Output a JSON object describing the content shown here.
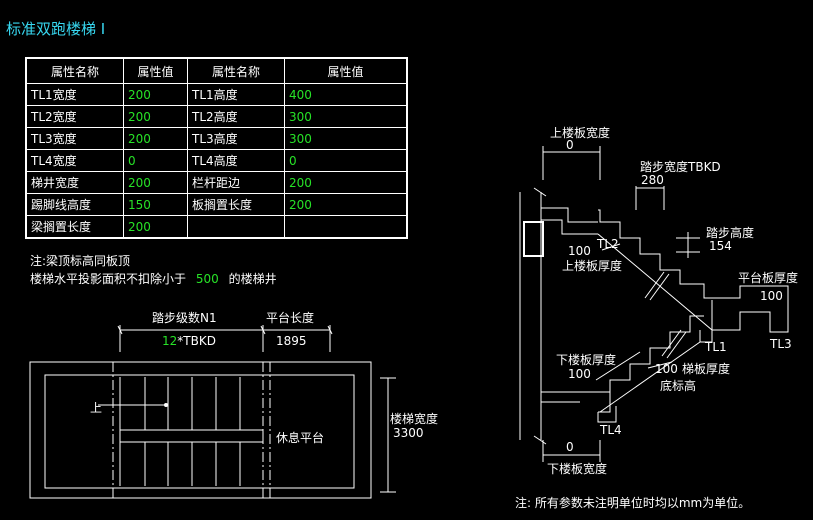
{
  "title": "标准双跑楼梯 I",
  "table": {
    "headers": [
      "属性名称",
      "属性值",
      "属性名称",
      "属性值"
    ],
    "rows": [
      {
        "n1": "TL1宽度",
        "v1": "200",
        "n2": "TL1高度",
        "v2": "400"
      },
      {
        "n1": "TL2宽度",
        "v1": "200",
        "n2": "TL2高度",
        "v2": "300"
      },
      {
        "n1": "TL3宽度",
        "v1": "200",
        "n2": "TL3高度",
        "v2": "300"
      },
      {
        "n1": "TL4宽度",
        "v1": "0",
        "n2": "TL4高度",
        "v2": "0"
      },
      {
        "n1": "梯井宽度",
        "v1": "200",
        "n2": "栏杆距边",
        "v2": "200"
      },
      {
        "n1": "踢脚线高度",
        "v1": "150",
        "n2": "板搁置长度",
        "v2": "200"
      },
      {
        "n1": "梁搁置长度",
        "v1": "200",
        "n2": "",
        "v2": ""
      }
    ]
  },
  "notes": {
    "line1": "注:梁顶标高同板顶",
    "line2_prefix": "楼梯水平投影面积不扣除小于",
    "line2_value": "500",
    "line2_suffix": "的楼梯井"
  },
  "plan": {
    "steps_label": "踏步级数N1",
    "steps_value": "12",
    "steps_suffix": "*TBKD",
    "platform_length_label": "平台长度",
    "platform_length_value": "1895",
    "up_label": "上",
    "rest_platform_label": "休息平台",
    "stair_width_label": "楼梯宽度",
    "stair_width_value": "3300"
  },
  "section": {
    "upper_slab_width_label": "上楼板宽度",
    "upper_slab_width_value": "0",
    "tread_width_label": "踏步宽度TBKD",
    "tread_width_value": "280",
    "tread_height_label": "踏步高度",
    "tread_height_value": "154",
    "platform_thickness_label": "平台板厚度",
    "platform_thickness_value": "100",
    "upper_slab_thickness_label": "上楼板厚度",
    "upper_slab_thickness_value": "100",
    "lower_slab_thickness_label": "下楼板厚度",
    "lower_slab_thickness_value": "100",
    "stair_slab_thickness_label": "梯板厚度",
    "stair_slab_thickness_value": "100",
    "bottom_elev_label": "底标高",
    "lower_slab_width_label": "下楼板宽度",
    "lower_slab_width_value": "0",
    "tl1": "TL1",
    "tl2": "TL2",
    "tl3": "TL3",
    "tl4": "TL4"
  },
  "footer_note": "注: 所有参数未注明单位时均以mm为单位。"
}
